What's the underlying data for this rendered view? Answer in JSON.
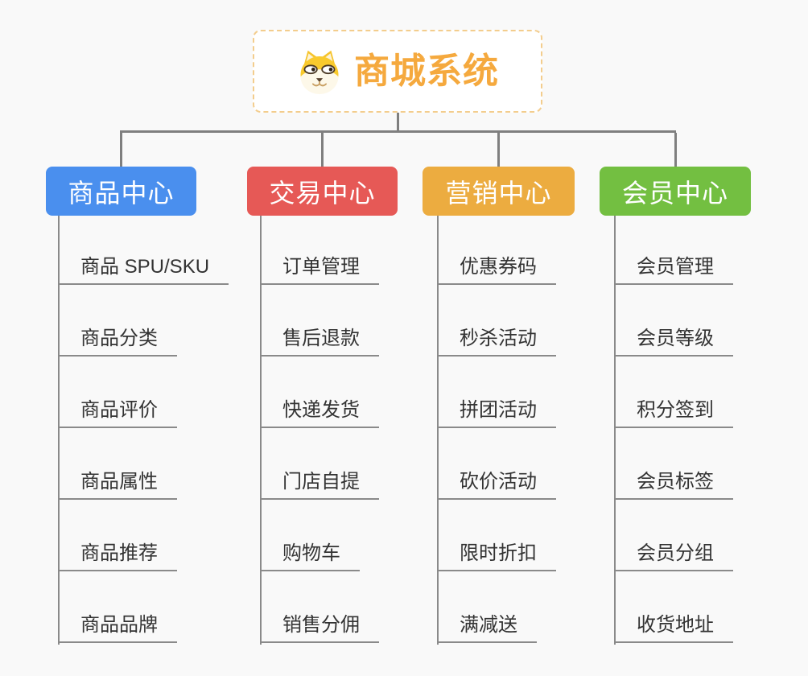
{
  "root": {
    "title": "商城系统",
    "icon": "dog-face-icon"
  },
  "branches": [
    {
      "label": "商品中心",
      "color": "#4a8fee",
      "children": [
        "商品 SPU/SKU",
        "商品分类",
        "商品评价",
        "商品属性",
        "商品推荐",
        "商品品牌"
      ]
    },
    {
      "label": "交易中心",
      "color": "#e65956",
      "children": [
        "订单管理",
        "售后退款",
        "快递发货",
        "门店自提",
        "购物车",
        "销售分佣"
      ]
    },
    {
      "label": "营销中心",
      "color": "#ecac40",
      "children": [
        "优惠券码",
        "秒杀活动",
        "拼团活动",
        "砍价活动",
        "限时折扣",
        "满减送"
      ]
    },
    {
      "label": "会员中心",
      "color": "#73bf41",
      "children": [
        "会员管理",
        "会员等级",
        "积分签到",
        "会员标签",
        "会员分组",
        "收货地址"
      ]
    }
  ],
  "colors": {
    "background": "#f9f9f9",
    "root_border": "#f3cd8d",
    "root_text": "#f5a93e",
    "connector": "#7f7f7f",
    "leaf_line": "#8a8a8a",
    "leaf_text": "#333333"
  }
}
